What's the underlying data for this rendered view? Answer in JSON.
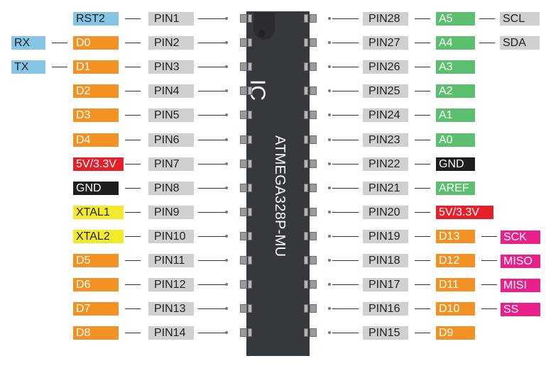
{
  "chip": {
    "letters": "IC",
    "model": "ATMEGA328P-MU"
  },
  "colors": {
    "pin_box": "#d0d0d0",
    "chip_body": "#35383d",
    "reset": "#86c6e4",
    "serial": "#86c6e4",
    "digital": "#f39224",
    "analog": "#5cbf6f",
    "power": "#e5202b",
    "ground": "#1e1e1e",
    "crystal": "#f3ea2c",
    "spi": "#e9208a",
    "i2c": "#d0d0d0"
  },
  "left_pins": [
    {
      "pin": "PIN1",
      "labels": [
        {
          "text": "RST2",
          "kind": "reset"
        }
      ]
    },
    {
      "pin": "PIN2",
      "labels": [
        {
          "text": "D0",
          "kind": "digital"
        },
        {
          "text": "RX",
          "kind": "serial"
        }
      ]
    },
    {
      "pin": "PIN3",
      "labels": [
        {
          "text": "D1",
          "kind": "digital"
        },
        {
          "text": "TX",
          "kind": "serial"
        }
      ]
    },
    {
      "pin": "PIN4",
      "labels": [
        {
          "text": "D2",
          "kind": "digital"
        }
      ]
    },
    {
      "pin": "PIN5",
      "labels": [
        {
          "text": "D3",
          "kind": "digital"
        }
      ]
    },
    {
      "pin": "PIN6",
      "labels": [
        {
          "text": "D4",
          "kind": "digital"
        }
      ]
    },
    {
      "pin": "PIN7",
      "labels": [
        {
          "text": "5V/3.3V",
          "kind": "power"
        }
      ]
    },
    {
      "pin": "PIN8",
      "labels": [
        {
          "text": "GND",
          "kind": "ground"
        }
      ]
    },
    {
      "pin": "PIN9",
      "labels": [
        {
          "text": "XTAL1",
          "kind": "crystal"
        }
      ]
    },
    {
      "pin": "PIN10",
      "labels": [
        {
          "text": "XTAL2",
          "kind": "crystal"
        }
      ]
    },
    {
      "pin": "PIN11",
      "labels": [
        {
          "text": "D5",
          "kind": "digital"
        }
      ]
    },
    {
      "pin": "PIN12",
      "labels": [
        {
          "text": "D6",
          "kind": "digital"
        }
      ]
    },
    {
      "pin": "PIN13",
      "labels": [
        {
          "text": "D7",
          "kind": "digital"
        }
      ]
    },
    {
      "pin": "PIN14",
      "labels": [
        {
          "text": "D8",
          "kind": "digital"
        }
      ]
    }
  ],
  "right_pins": [
    {
      "pin": "PIN28",
      "labels": [
        {
          "text": "A5",
          "kind": "analog"
        },
        {
          "text": "SCL",
          "kind": "i2c"
        }
      ]
    },
    {
      "pin": "PIN27",
      "labels": [
        {
          "text": "A4",
          "kind": "analog"
        },
        {
          "text": "SDA",
          "kind": "i2c"
        }
      ]
    },
    {
      "pin": "PIN26",
      "labels": [
        {
          "text": "A3",
          "kind": "analog"
        }
      ]
    },
    {
      "pin": "PIN25",
      "labels": [
        {
          "text": "A2",
          "kind": "analog"
        }
      ]
    },
    {
      "pin": "PIN24",
      "labels": [
        {
          "text": "A1",
          "kind": "analog"
        }
      ]
    },
    {
      "pin": "PIN23",
      "labels": [
        {
          "text": "A0",
          "kind": "analog"
        }
      ]
    },
    {
      "pin": "PIN22",
      "labels": [
        {
          "text": "GND",
          "kind": "ground"
        }
      ]
    },
    {
      "pin": "PIN21",
      "labels": [
        {
          "text": "AREF",
          "kind": "analog"
        }
      ]
    },
    {
      "pin": "PIN20",
      "labels": [
        {
          "text": "5V/3.3V",
          "kind": "power"
        }
      ]
    },
    {
      "pin": "PIN19",
      "labels": [
        {
          "text": "D13",
          "kind": "digital"
        },
        {
          "text": "SCK",
          "kind": "spi"
        }
      ]
    },
    {
      "pin": "PIN18",
      "labels": [
        {
          "text": "D12",
          "kind": "digital"
        },
        {
          "text": "MISO",
          "kind": "spi"
        }
      ]
    },
    {
      "pin": "PIN17",
      "labels": [
        {
          "text": "D11",
          "kind": "digital"
        },
        {
          "text": "MISI",
          "kind": "spi"
        }
      ]
    },
    {
      "pin": "PIN16",
      "labels": [
        {
          "text": "D10",
          "kind": "digital"
        },
        {
          "text": "SS",
          "kind": "spi"
        }
      ]
    },
    {
      "pin": "PIN15",
      "labels": [
        {
          "text": "D9",
          "kind": "digital"
        }
      ]
    }
  ]
}
